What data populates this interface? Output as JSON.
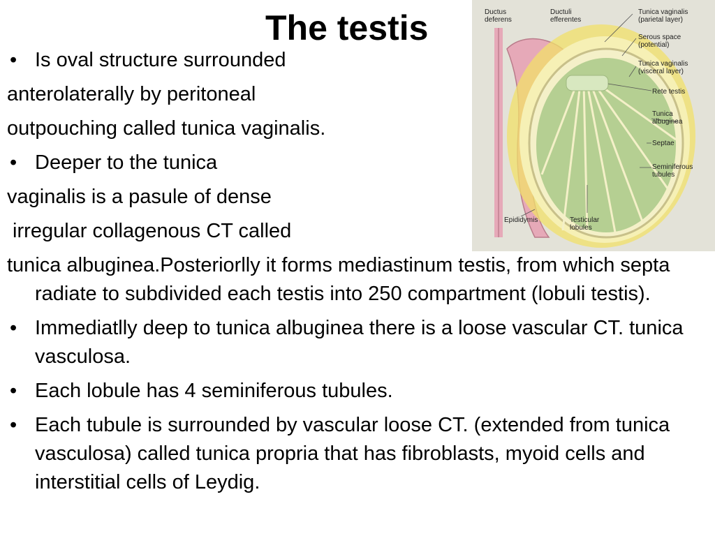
{
  "title": "The testis",
  "bullets": {
    "b1_first": "Is oval structure surrounded",
    "b1_line2": "anterolaterally by peritoneal",
    "b1_line3": "outpouching called tunica vaginalis.",
    "b2_first": "Deeper to the tunica",
    "b2_line2": "vaginalis is a pasule of dense",
    "b2_line3": " irregular collagenous CT called",
    "b2_line4": "tunica albuginea.Posteriorlly it forms mediastinum testis, from which septa radiate to subdivided each testis into 250 compartment (lobuli testis).",
    "b3": "Immediatlly deep to tunica albuginea there is a loose vascular CT. tunica vasculosa.",
    "b4": "Each lobule has 4 seminiferous tubules.",
    "b5": "Each tubule is surrounded by vascular loose CT. (extended from tunica vasculosa) called tunica propria that has fibroblasts, myoid cells and interstitial cells of Leydig."
  },
  "bullet_symbol": "•",
  "figure": {
    "labels": {
      "ductus_deferens": "Ductus\ndeferens",
      "ductuli_efferentes": "Ductuli\nefferentes",
      "tunica_vaginalis_parietal": "Tunica vaginalis\n(parietal layer)",
      "serous_space": "Serous space\n(potential)",
      "tunica_vaginalis_visceral": "Tunica vaginalis\n(visceral layer)",
      "rete_testis": "Rete testis",
      "tunica_albuginea": "Tunica\nalbuginea",
      "septae": "Septae",
      "seminiferous_tubules": "Seminiferous\ntubules",
      "epididymis": "Epididymis",
      "testicular_lobules": "Testicular\nlobules"
    },
    "colors": {
      "background": "#e3e2d8",
      "epididymis": "#e6a9b8",
      "tunica_vaginalis": "#f2e06a",
      "tubules": "#b5cf92",
      "albuginea": "#f4f0c8"
    }
  }
}
